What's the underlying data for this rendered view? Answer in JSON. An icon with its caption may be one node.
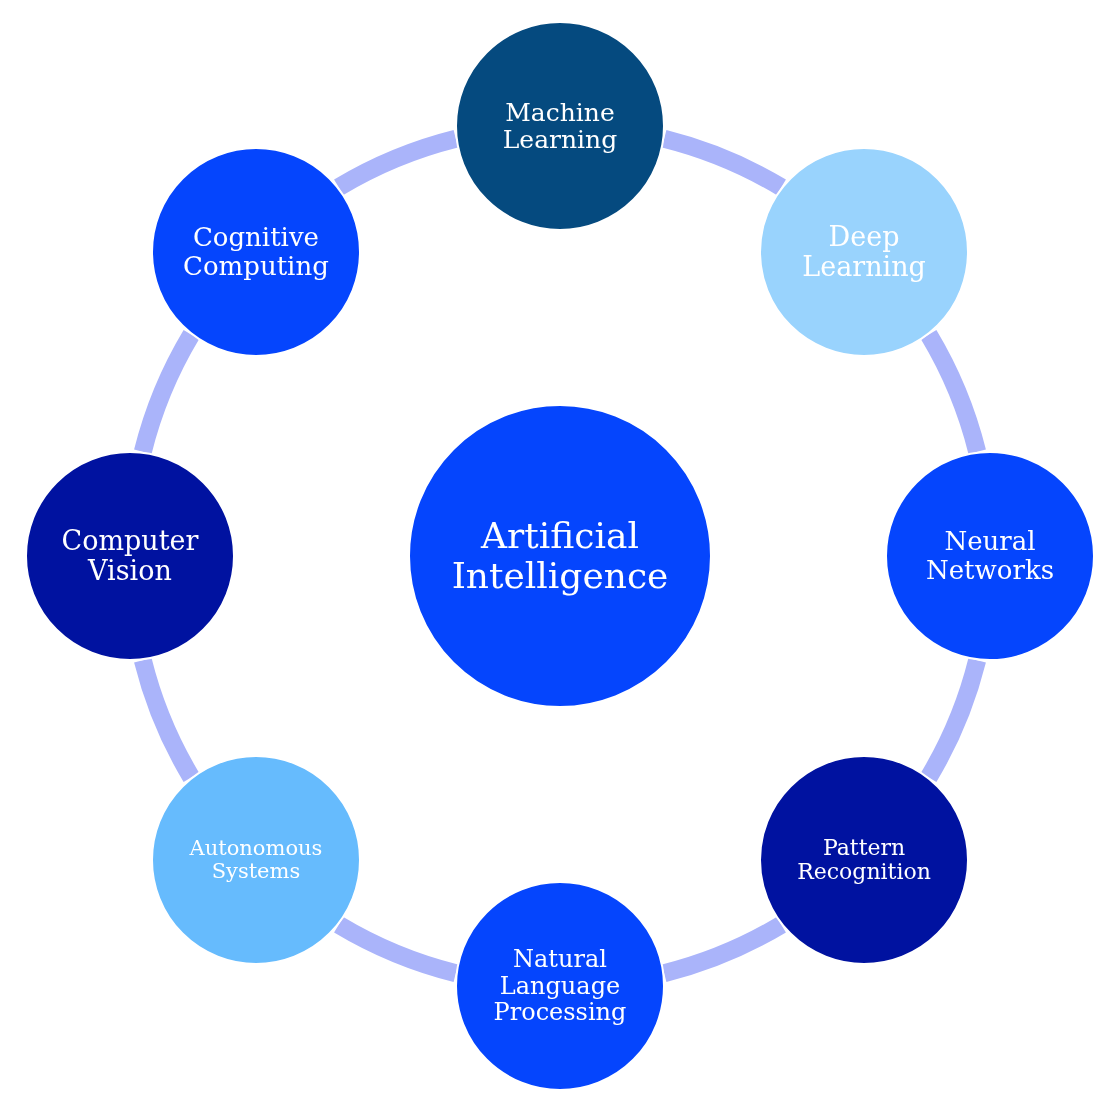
{
  "diagram": {
    "nodes": [
      {
        "text": [
          "Artificial Intelligence"
        ]
      },
      {
        "text": [
          "Machine Learning"
        ]
      },
      {
        "text": [
          "Deep Learning"
        ]
      },
      {
        "text": [
          "Neural Networks"
        ]
      },
      {
        "text": [
          "Pattern Recognition"
        ]
      },
      {
        "text": [
          "Natural Language Processing"
        ]
      },
      {
        "text": [
          "Autonomous Systems"
        ]
      },
      {
        "text": [
          "Computer Vision"
        ]
      },
      {
        "text": [
          "Cognitive Computing"
        ]
      }
    ],
    "edges": [
      {
        "from": 1,
        "to": 2,
        "arrow": "none"
      },
      {
        "from": 2,
        "to": 3,
        "arrow": "none"
      },
      {
        "from": 3,
        "to": 4,
        "arrow": "none"
      },
      {
        "from": 4,
        "to": 5,
        "arrow": "none"
      },
      {
        "from": 5,
        "to": 6,
        "arrow": "none"
      },
      {
        "from": 6,
        "to": 7,
        "arrow": "none"
      },
      {
        "from": 7,
        "to": 8,
        "arrow": "none"
      },
      {
        "from": 8,
        "to": 1,
        "arrow": "none"
      }
    ]
  }
}
